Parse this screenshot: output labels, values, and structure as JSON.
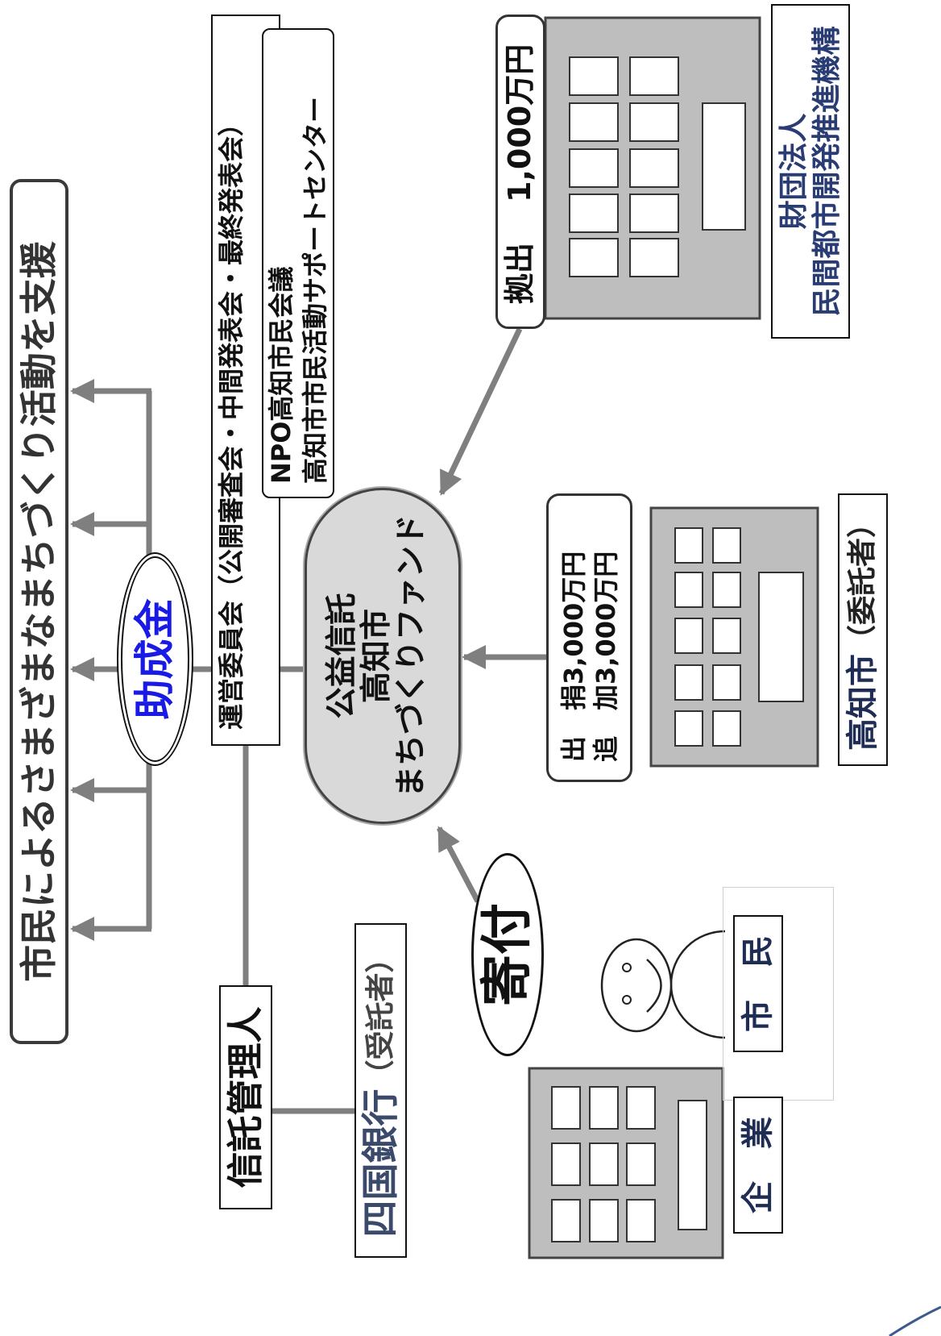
{
  "title": "市民によるさまざまなまちづくり活動を支援",
  "grant": "助成金",
  "committee": "運営委員会（公開審査会・中間発表会・最終発表会）",
  "secretariat": {
    "line1": "NPO高知市民会議",
    "line2": "高知市市民活動サポートセンター"
  },
  "fund": {
    "line1": "公益信託",
    "line2": "高知市",
    "line3": "まちづくりファンド"
  },
  "trust_manager": "信託管理人",
  "trustee": {
    "name": "四国銀行",
    "role": "（受託者）"
  },
  "donation": "寄付",
  "citizens": "市　民",
  "companies": "企　業",
  "city_contribution": {
    "line1": "出　捐3,000万円",
    "line2": "追　加3,000万円"
  },
  "city": {
    "name": "高知市",
    "role": "（委託者）"
  },
  "foundation_contribution": {
    "label": "拠出",
    "amount": "1,000万円"
  },
  "foundation": {
    "line1": "財団法人",
    "line2": "民間都市開発推進機構"
  },
  "icons": {
    "citizens": "person-icon",
    "companies": "building-icon",
    "city": "building-icon",
    "foundation": "building-icon"
  },
  "colors": {
    "grant_text": "#1a1ae6",
    "building_fill": "#bebebe",
    "connector": "#7f7f7f",
    "fund_fill": "#d9d9d9",
    "label_navy": "#1f2d55",
    "title_text": "#333333",
    "trustee_text": "#3b4a6b",
    "foundation_text": "#2a3c74",
    "corner_arc": "#3c5a8c"
  }
}
